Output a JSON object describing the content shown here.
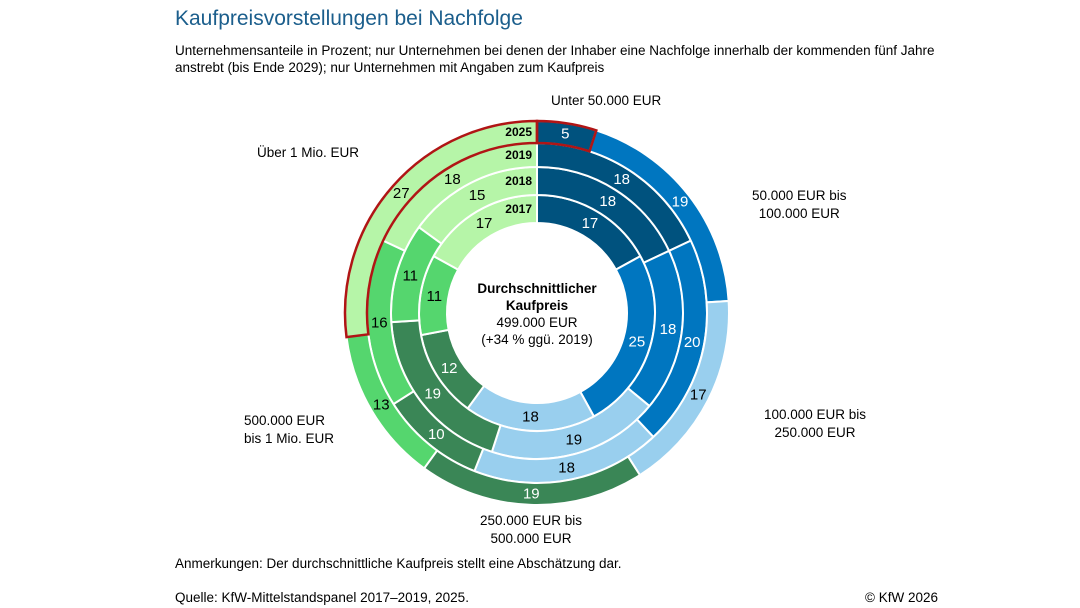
{
  "title": "Kaufpreisvorstellungen bei Nachfolge",
  "subtitle": "Unternehmensanteile in Prozent; nur Unternehmen bei denen der Inhaber eine Nachfolge innerhalb der kommenden fünf Jahre anstrebt (bis Ende 2029); nur Unternehmen mit Angaben zum Kaufpreis",
  "center": {
    "line1": "Durchschnittlicher",
    "line2": "Kaufpreis",
    "line3": "499.000 EUR",
    "line4": "(+34 % ggü. 2019)"
  },
  "categories": {
    "c1": "Unter 50.000 EUR",
    "c2a": "50.000 EUR bis",
    "c2b": "100.000 EUR",
    "c3a": "100.000 EUR bis",
    "c3b": "250.000 EUR",
    "c4a": "250.000 EUR bis",
    "c4b": "500.000 EUR",
    "c5a": "500.000 EUR",
    "c5b": "bis 1 Mio. EUR",
    "c6": "Über 1 Mio. EUR"
  },
  "note": "Anmerkungen: Der durchschnittliche Kaufpreis stellt eine Abschätzung dar.",
  "source": "Quelle: KfW-Mittelstandspanel 2017–2019, 2025.",
  "copyright": "© KfW 2026",
  "chart_data": {
    "type": "donut",
    "unit": "%",
    "categories": [
      "Unter 50.000 EUR",
      "50.000 EUR bis 100.000 EUR",
      "100.000 EUR bis 250.000 EUR",
      "250.000 EUR bis 500.000 EUR",
      "500.000 EUR bis 1 Mio. EUR",
      "Über 1 Mio. EUR"
    ],
    "series": [
      {
        "name": "2017",
        "values": [
          17,
          25,
          18,
          12,
          11,
          17
        ],
        "value_labels": [
          "17",
          "25",
          "18",
          "12",
          "11",
          "17"
        ],
        "label_shown": [
          true,
          true,
          true,
          true,
          true,
          true
        ]
      },
      {
        "name": "2018",
        "values": [
          18,
          18,
          19,
          19,
          11,
          15
        ],
        "value_labels": [
          "18",
          "18",
          "19",
          "19",
          "11",
          "15"
        ],
        "label_shown": [
          true,
          true,
          true,
          true,
          true,
          true
        ]
      },
      {
        "name": "2019",
        "values": [
          18,
          20,
          18,
          10,
          16,
          18
        ],
        "value_labels": [
          "18",
          "20",
          "18",
          "10",
          "16",
          "18"
        ],
        "label_shown": [
          true,
          true,
          true,
          true,
          true,
          true
        ]
      },
      {
        "name": "2025",
        "values": [
          5,
          19,
          17,
          19,
          13,
          27
        ],
        "value_labels": [
          "5",
          "19",
          "17",
          "19",
          "13",
          "27"
        ],
        "label_shown": [
          true,
          true,
          true,
          true,
          true,
          true
        ]
      }
    ],
    "colors": [
      "#00527e",
      "#0076c0",
      "#99cfee",
      "#3a8656",
      "#55d66e",
      "#b6f5a8"
    ],
    "label_colors": [
      "#ffffff",
      "#ffffff",
      "#000000",
      "#ffffff",
      "#000000",
      "#000000"
    ],
    "highlight": {
      "segment": "Über 1 Mio. EUR",
      "series": "2025",
      "outline_color": "#b01515"
    },
    "highlight_first": {
      "segment": "Unter 50.000 EUR",
      "series": "2025",
      "outline_color": "#b01515"
    }
  }
}
